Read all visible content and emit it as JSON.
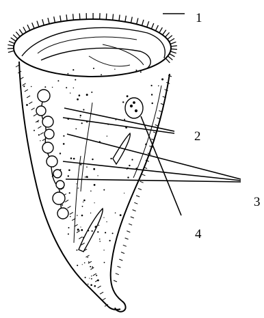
{
  "labels": {
    "l1": "1",
    "l2": "2",
    "l3": "3",
    "l4": "4"
  },
  "colors": {
    "ink": "#000000",
    "background": "#ffffff"
  }
}
